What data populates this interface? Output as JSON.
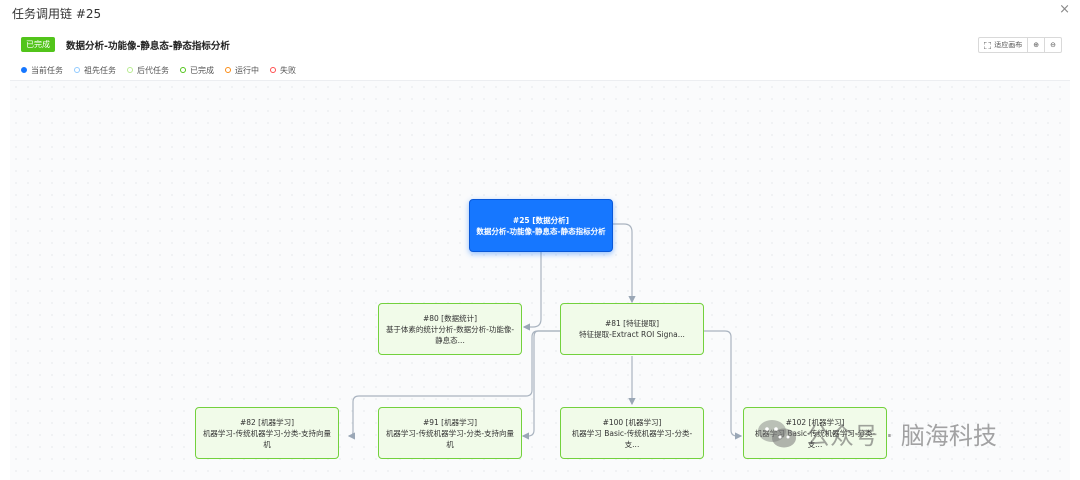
{
  "window": {
    "title": "任务调用链 #25",
    "close_glyph": "×"
  },
  "header": {
    "status_badge": "已完成",
    "task_title": "数据分析-功能像-静息态-静态指标分析"
  },
  "toolbar": {
    "fit_label": "适应画布",
    "zoom_in_glyph": "⊕",
    "zoom_out_glyph": "⊖"
  },
  "legend": [
    {
      "label": "当前任务",
      "color": "#1677ff",
      "filled": true
    },
    {
      "label": "祖先任务",
      "color": "#91caff",
      "filled": false
    },
    {
      "label": "后代任务",
      "color": "#b7eb8f",
      "filled": false
    },
    {
      "label": "已完成",
      "color": "#52c41a",
      "filled": false
    },
    {
      "label": "运行中",
      "color": "#fa8c16",
      "filled": false
    },
    {
      "label": "失败",
      "color": "#ff4d4f",
      "filled": false
    }
  ],
  "nodes": {
    "n25": {
      "head": "#25 [数据分析]",
      "body": "数据分析-功能像-静息态-静态指标分析"
    },
    "n80": {
      "head": "#80 [数据统计]",
      "body": "基于体素的统计分析-数据分析-功能像-静息态..."
    },
    "n81": {
      "head": "#81 [特征提取]",
      "body": "特征提取-Extract ROI Signa..."
    },
    "n82": {
      "head": "#82 [机器学习]",
      "body": "机器学习-传统机器学习-分类-支持向量机"
    },
    "n91": {
      "head": "#91 [机器学习]",
      "body": "机器学习-传统机器学习-分类-支持向量机"
    },
    "n100": {
      "head": "#100 [机器学习]",
      "body": "机器学习 Basic-传统机器学习-分类-支..."
    },
    "n102": {
      "head": "#102 [机器学习]",
      "body": "机器学习 Basic-传统机器学习-分类-支..."
    }
  },
  "watermark": {
    "text": "公众号 · 脑海科技"
  }
}
